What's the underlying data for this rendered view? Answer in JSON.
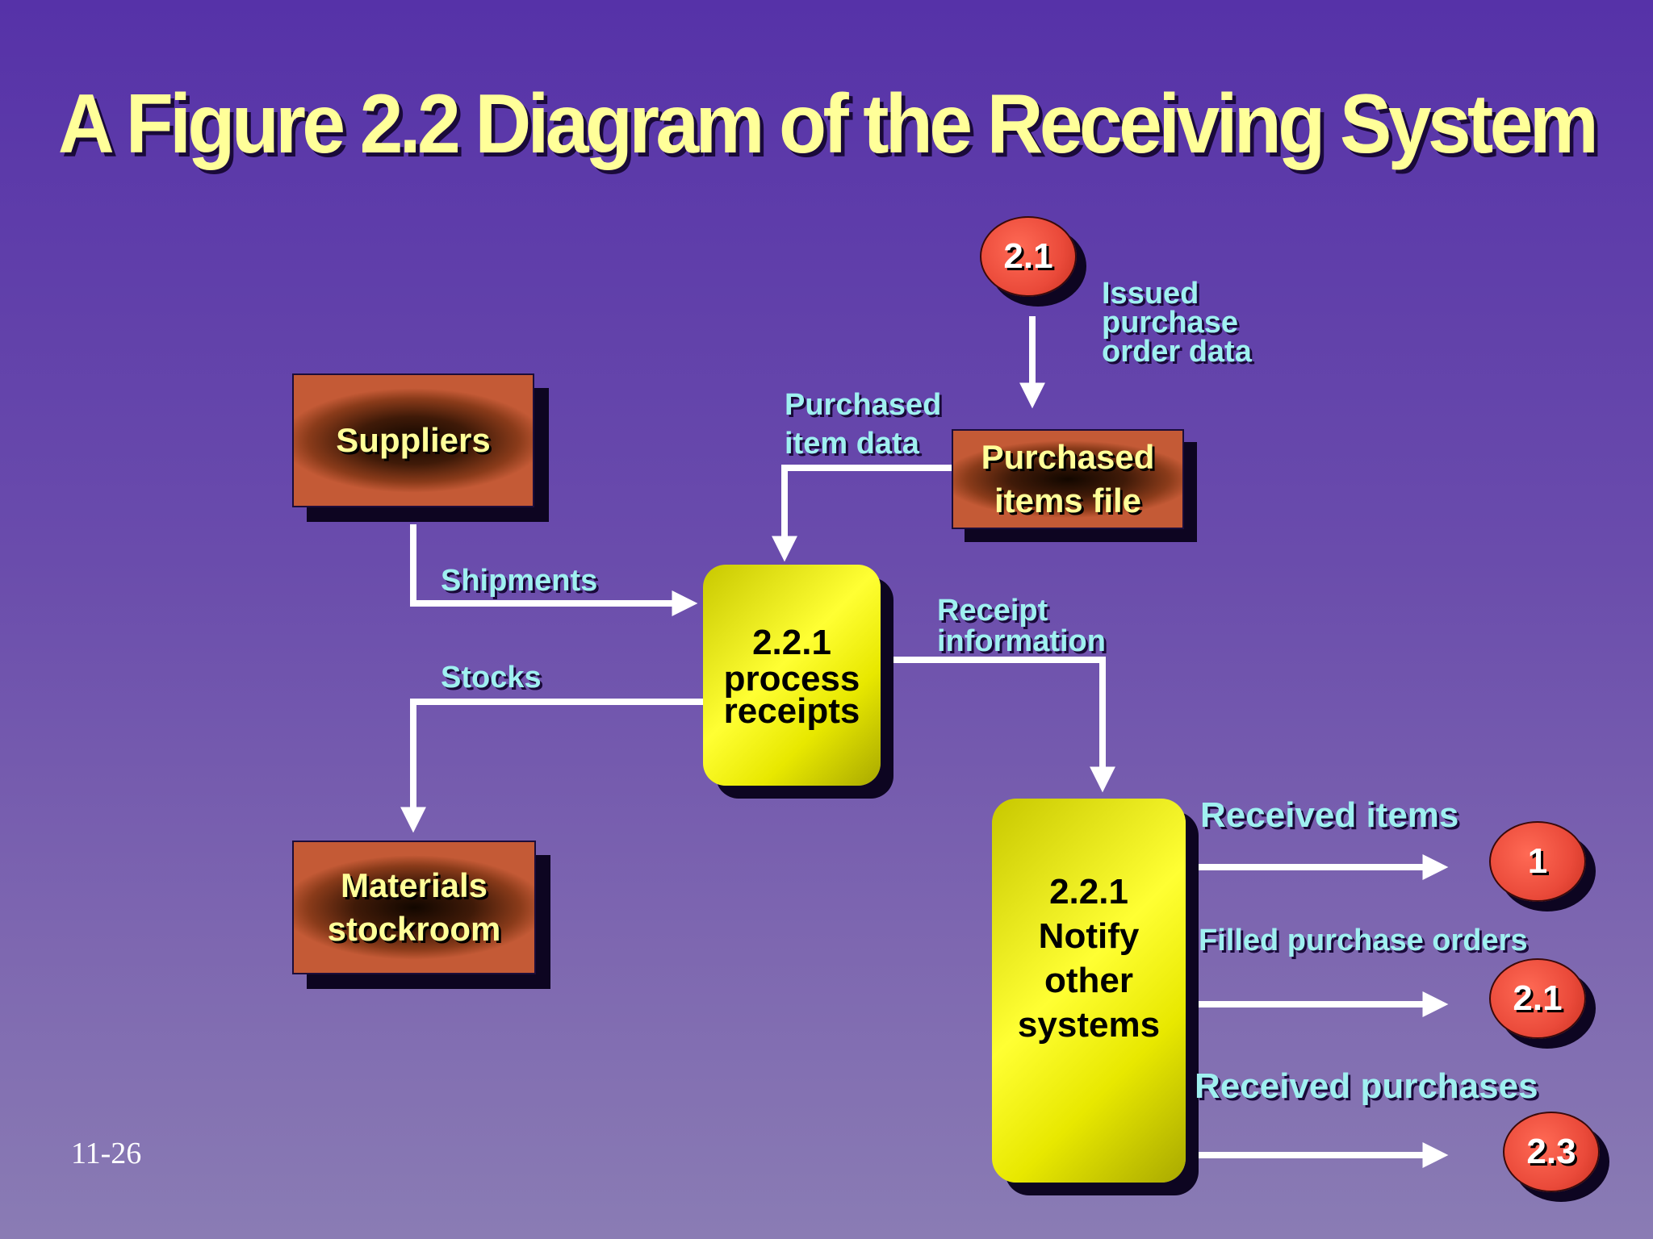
{
  "title": "A Figure 2.2 Diagram of the Receiving System",
  "colors": {
    "title": "#ffff99",
    "flow_label": "#9ff0f0",
    "process_fill": "#ffff33",
    "entity_edge": "#c45a36",
    "connector_fill": "#ea4a3a",
    "arrow": "#ffffff"
  },
  "entities": {
    "suppliers": "Suppliers",
    "materials_stockroom": "Materials stockroom"
  },
  "data_store": {
    "label": "Purchased items file"
  },
  "processes": {
    "process_receipts": {
      "id": "2.2.1",
      "label": "process receipts"
    },
    "notify_systems": {
      "id": "2.2.1",
      "label": "Notify other systems"
    }
  },
  "connectors": {
    "input_top": "2.1",
    "out_received_items": "1",
    "out_filled_orders": "2.1",
    "out_received_purchases": "2.3"
  },
  "flows": {
    "issued_purchase_order_data": "Issued purchase order data",
    "purchased_item_data": "Purchased item data",
    "shipments": "Shipments",
    "stocks": "Stocks",
    "receipt_information": "Receipt information",
    "received_items": "Received items",
    "filled_purchase_orders": "Filled purchase orders",
    "received_purchases": "Received purchases"
  },
  "page_number": "11-26"
}
